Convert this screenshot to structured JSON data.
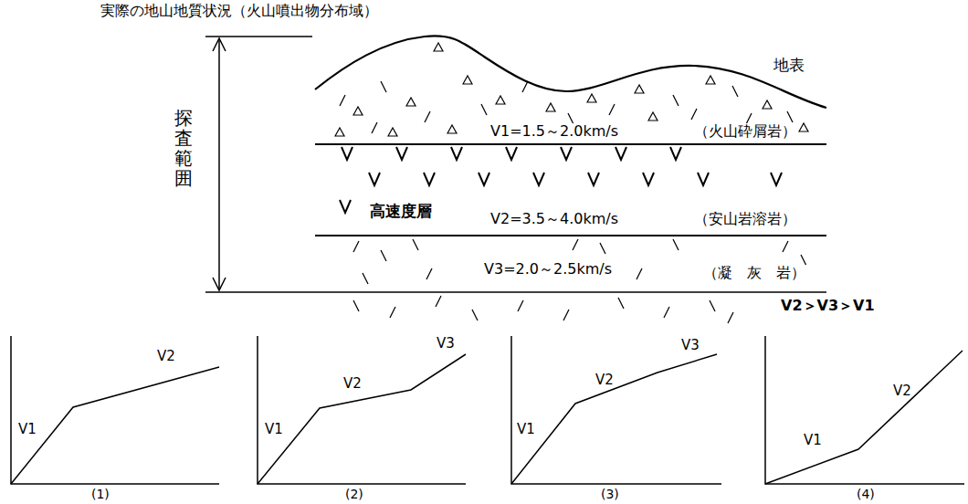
{
  "diagram": {
    "title": "実際の地山地質状況（火山噴出物分布域）",
    "labels": [
      "地表",
      "探査範囲",
      "V1=1.5～2.0km/s",
      "（火山砕屑岩）",
      "高速度層",
      "V2=3.5～4.0km/s",
      "（安山岩溶岩）",
      "V3=2.0～2.5km/s",
      "（凝　灰　岩）",
      "V2＞V3＞V1",
      "V1",
      "V2",
      "(1)",
      "V1",
      "V2",
      "V3",
      "(2)",
      "V1",
      "V2",
      "V3",
      "(3)",
      "V1",
      "V2",
      "(4)"
    ]
  }
}
